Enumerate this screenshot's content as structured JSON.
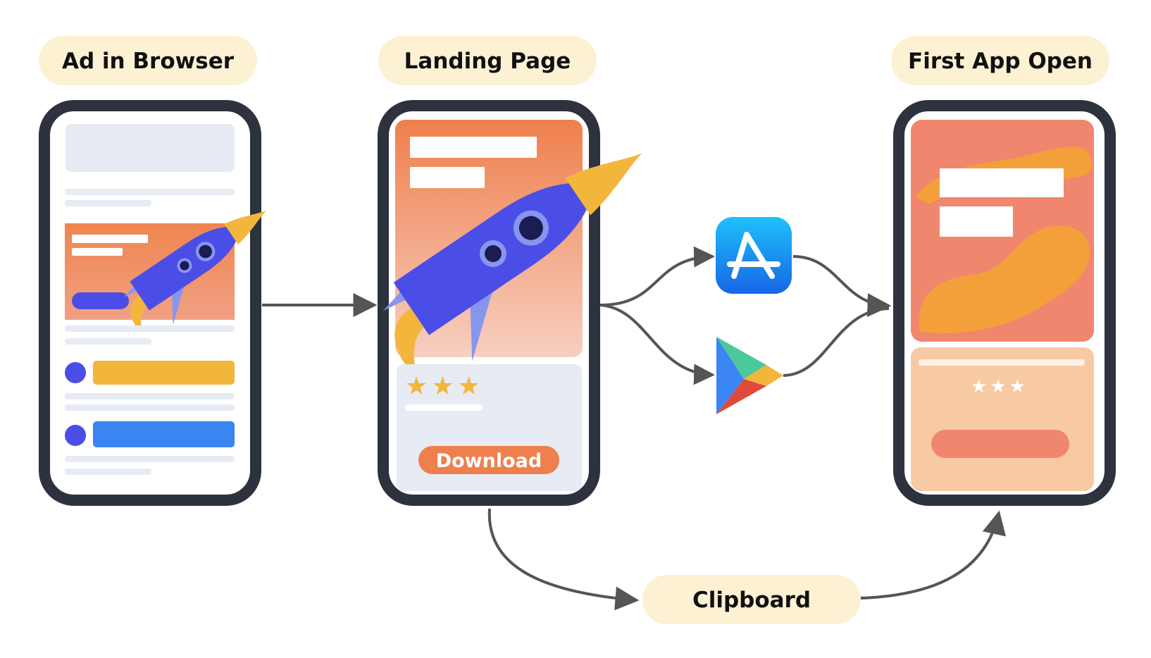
{
  "labels": {
    "ad_in_browser": "Ad in Browser",
    "landing_page": "Landing Page",
    "first_app_open": "First App Open",
    "clipboard": "Clipboard"
  },
  "landing": {
    "download_label": "Download",
    "rating_stars": "★★★"
  },
  "first_open": {
    "rating_stars": "★★★"
  },
  "colors": {
    "phone_frame": "#2d323e",
    "label_bg": "#fdf1d3",
    "arrow": "#555555",
    "accent_orange": "#ef7f4c",
    "star_yellow": "#f3b63c",
    "rocket_blue": "#4b4ee6",
    "button_blue": "#3a85f0",
    "placeholder_gray": "#e6ebf4"
  },
  "icons": [
    "app-store-icon",
    "google-play-icon",
    "rocket-icon",
    "star-icon"
  ]
}
